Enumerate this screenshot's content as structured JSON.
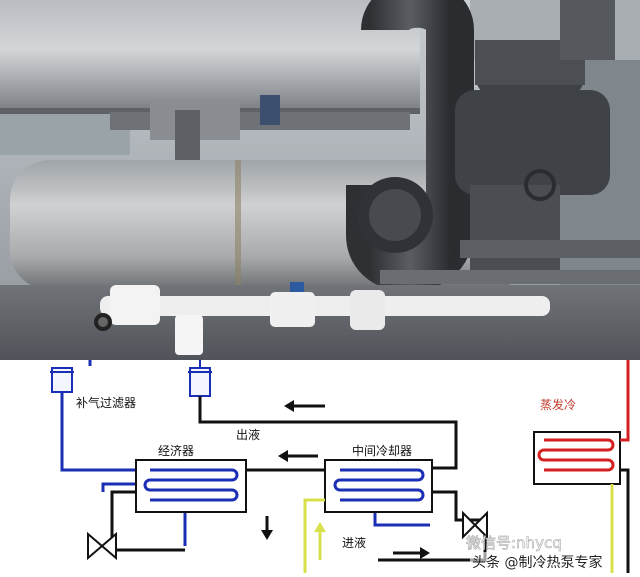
{
  "labels": {
    "filter": "补气过滤器",
    "economizer": "经济器",
    "intercooler": "中间冷却器",
    "liquid_out": "出液",
    "liquid_in": "进液",
    "evaporator": "蒸发冷"
  },
  "watermark": {
    "wechat": "微信号:nhycq",
    "toutiao": "头条 @制冷热泵专家"
  },
  "colors": {
    "blue_line": "#1a2fb5",
    "black_line": "#111111",
    "red_line": "#d42020",
    "yellow_line": "#d8e04a"
  }
}
